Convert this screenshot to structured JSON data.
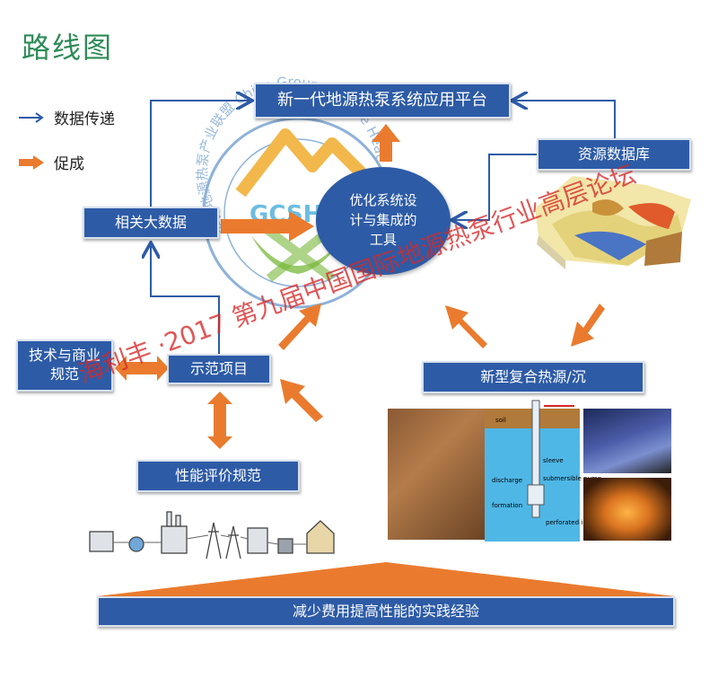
{
  "title": "路线图",
  "legend": {
    "data_transfer": "数据传递",
    "promote": "促成"
  },
  "nodes": {
    "platform": "新一代地源热泵系统应用平台",
    "resource_db": "资源数据库",
    "big_data": "相关大数据",
    "design_tool_line1": "优化系统设",
    "design_tool_line2": "计与集成的",
    "design_tool_line3": "工具",
    "tech_spec_line1": "技术与商业",
    "tech_spec_line2": "规范",
    "demo_project": "示范项目",
    "new_source": "新型复合热源/沉",
    "perf_spec": "性能评价规范",
    "bottom_banner": "减少费用提高性能的实践经验"
  },
  "seal": {
    "text": "中国地源热泵产业联盟 China Ground Source Heat",
    "logo": "GCSHP"
  },
  "watermark": "海利丰 ·2017 第九届中国国际地源热泵行业高层论坛",
  "well_diagram_labels": {
    "soil": "soil",
    "sleeve": "sleeve",
    "discharge": "discharge",
    "submersible_pump": "submersible pump",
    "formation": "formation",
    "perforated_intake": "perforated intake"
  },
  "colors": {
    "box_blue": "#2d5ba6",
    "arrow_blue": "#2d5ba6",
    "arrow_orange": "#ea7b2e",
    "title_green": "#2e8b57",
    "watermark_red": "#d62828"
  }
}
